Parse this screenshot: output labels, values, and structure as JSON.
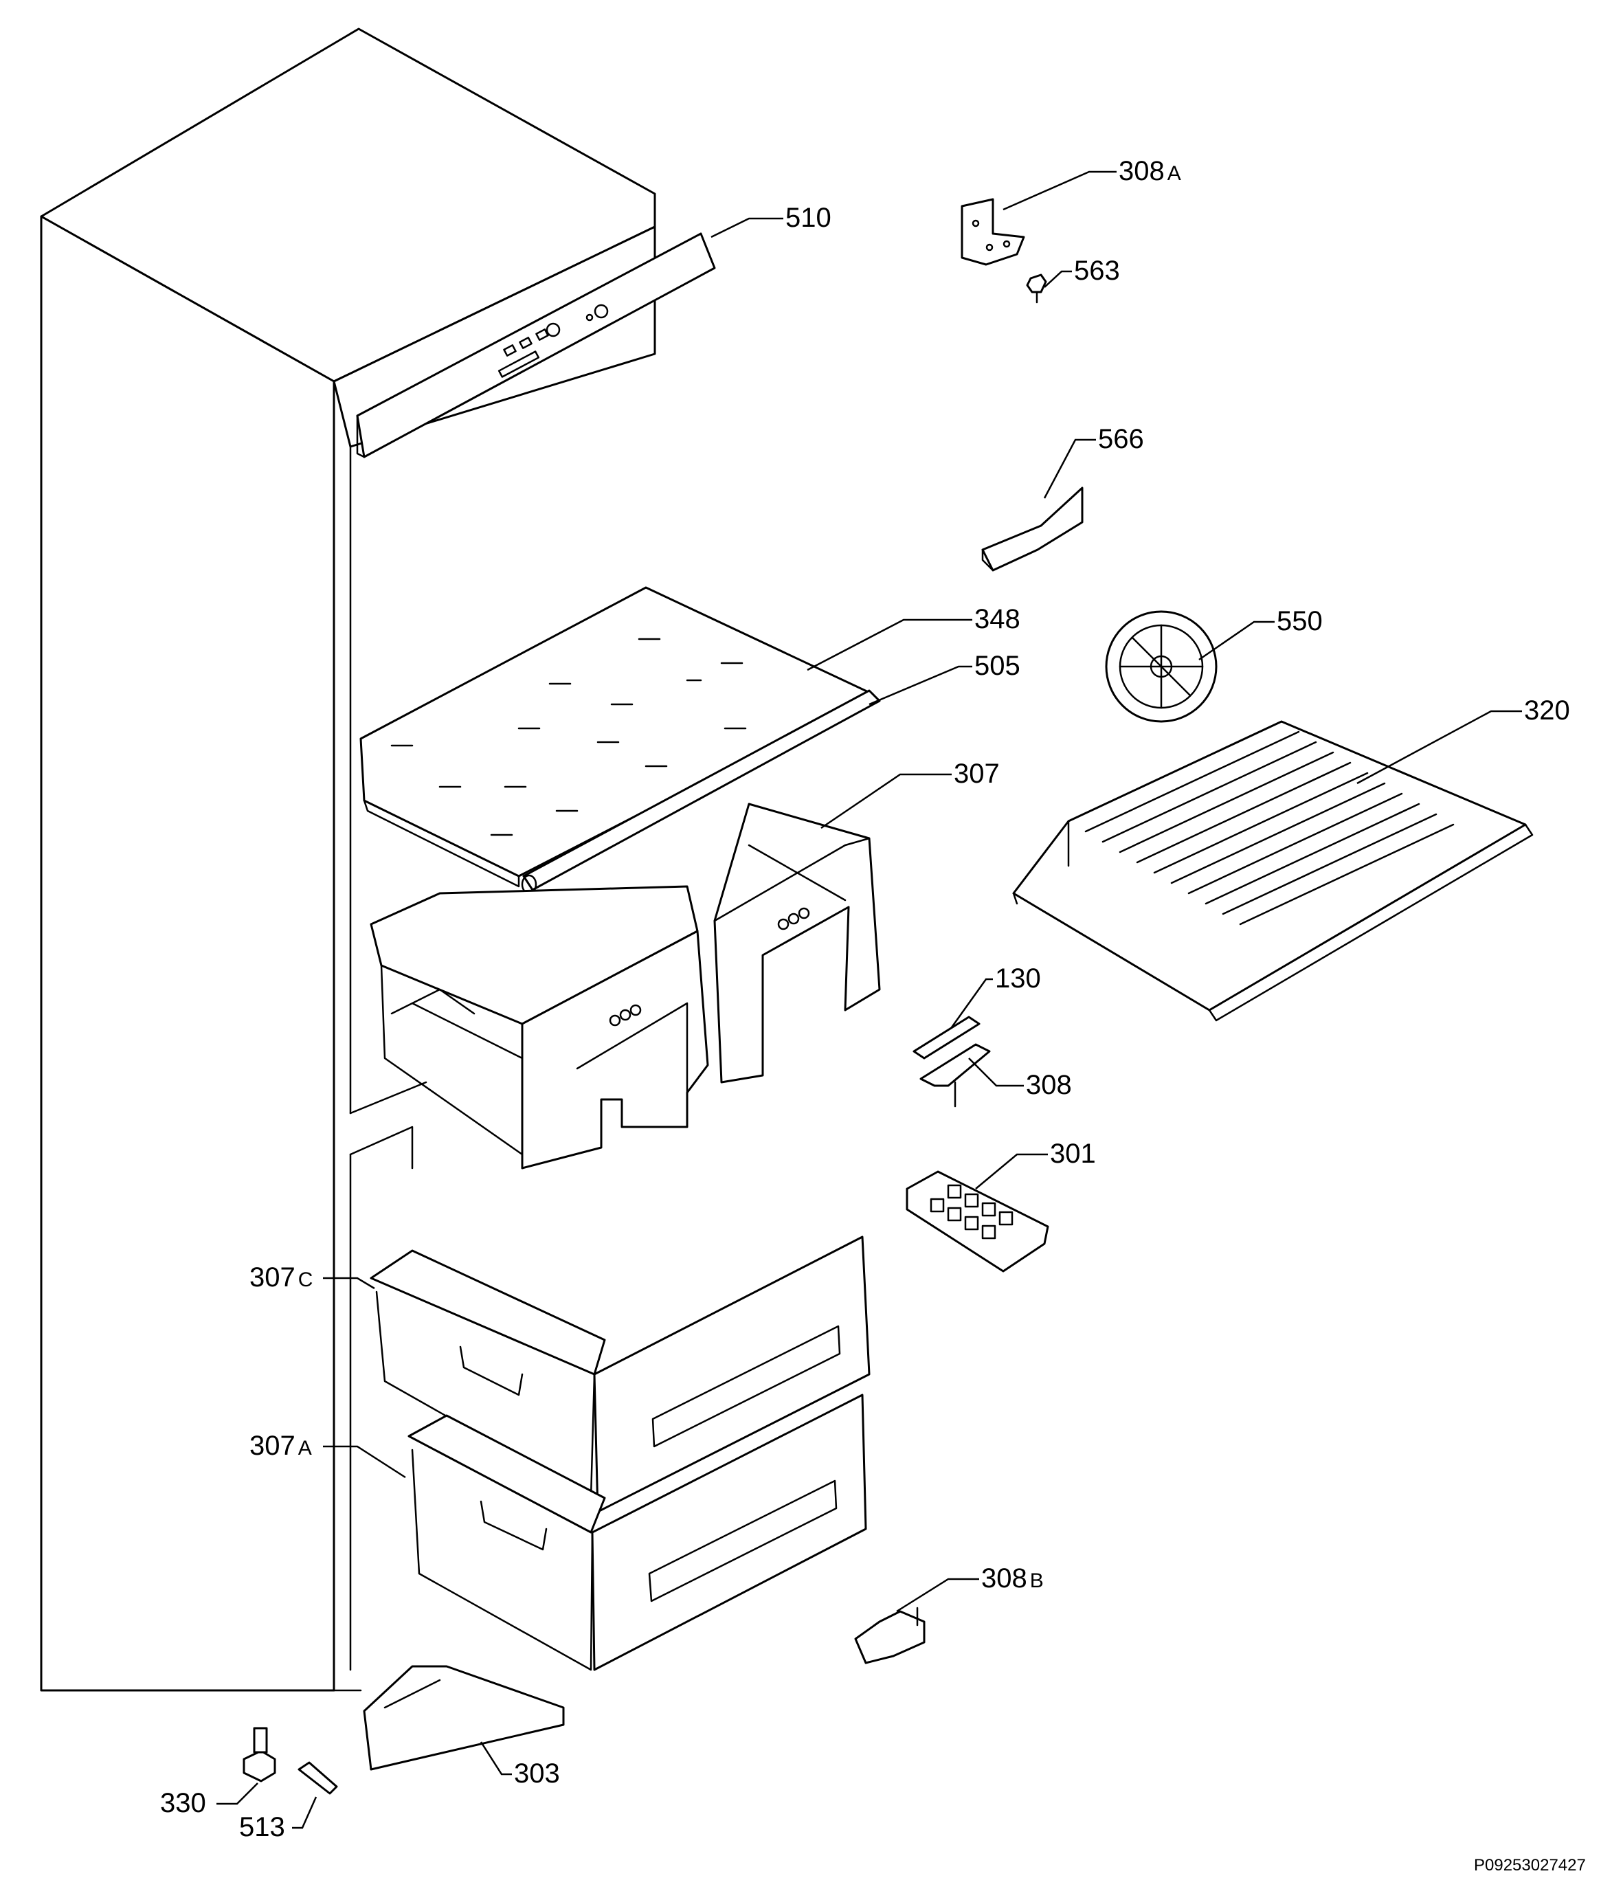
{
  "labels": {
    "p308A": {
      "num": "308",
      "suffix": "A"
    },
    "p510": "510",
    "p563": "563",
    "p566": "566",
    "p348": "348",
    "p550": "550",
    "p505": "505",
    "p320": "320",
    "p307": "307",
    "p130": "130",
    "p308": "308",
    "p301": "301",
    "p307C": {
      "num": "307",
      "suffix": "C"
    },
    "p307A": {
      "num": "307",
      "suffix": "A"
    },
    "p308B": {
      "num": "308",
      "suffix": "B"
    },
    "p303": "303",
    "p330": "330",
    "p513": "513"
  },
  "drawing_code": "P09253027427",
  "colors": {
    "line": "#000000",
    "background": "#ffffff"
  }
}
